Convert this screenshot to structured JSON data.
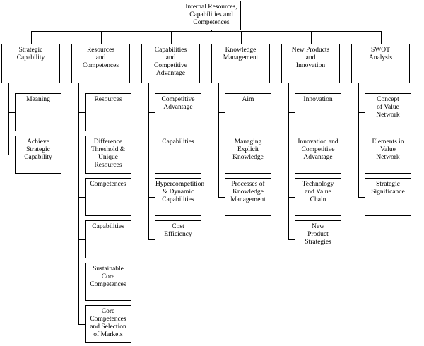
{
  "root": {
    "label": "Internal Resources,\nCapabilities and\nCompetences"
  },
  "columns": [
    {
      "label": "Strategic\nCapability",
      "children": [
        "Meaning",
        "Achieve\nStrategic\nCapability"
      ]
    },
    {
      "label": "Resources\nand\nCompetences",
      "children": [
        "Resources",
        "Difference\nThreshold &\nUnique\nResources",
        "Competences",
        "Capabilities",
        "Sustainable\nCore\nCompetences",
        "Core Competences\nand Selection\nof Markets"
      ]
    },
    {
      "label": "Capabilities\nand\nCompetitive\nAdvantage",
      "children": [
        "Competitive\nAdvantage",
        "Capabilities",
        "Hypercompetition\n& Dynamic\nCapabilities",
        "Cost\nEfficiency"
      ]
    },
    {
      "label": "Knowledge\nManagement",
      "children": [
        "Aim",
        "Managing\nExplicit\nKnowledge",
        "Processes of\nKnowledge\nManagement"
      ]
    },
    {
      "label": "New Products\nand\nInnovation",
      "children": [
        "Innovation",
        "Innovation and\nCompetitive\nAdvantage",
        "Technology\nand Value\nChain",
        "New\nProduct\nStrategies"
      ]
    },
    {
      "label": "SWOT\nAnalysis",
      "children": [
        "Concept\nof Value\nNetwork",
        "Elements in\nValue\nNetwork",
        "Strategic\nSignificance"
      ]
    }
  ]
}
